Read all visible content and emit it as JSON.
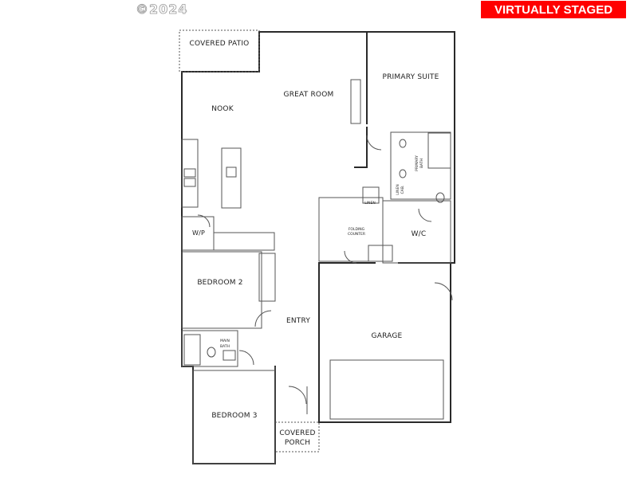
{
  "copyright": "©2024",
  "badge": "VIRTUALLY STAGED",
  "rooms": {
    "covered_patio": "COVERED PATIO",
    "nook": "NOOK",
    "great_room": "GREAT ROOM",
    "primary_suite": "PRIMARY SUITE",
    "primary_bath_1": "PRIMARY",
    "primary_bath_2": "BATH",
    "linen_1": "LINEN",
    "linen_2": "CAB.",
    "linen_small": "LINEN",
    "folding_1": "FOLDING",
    "folding_2": "COUNTER",
    "wic": "W/C",
    "wip": "W/P",
    "bedroom2": "BEDROOM 2",
    "entry": "ENTRY",
    "main_bath_1": "MAIN",
    "main_bath_2": "BATH",
    "garage": "GARAGE",
    "bedroom3": "BEDROOM 3",
    "covered_porch_1": "COVERED",
    "covered_porch_2": "PORCH"
  }
}
